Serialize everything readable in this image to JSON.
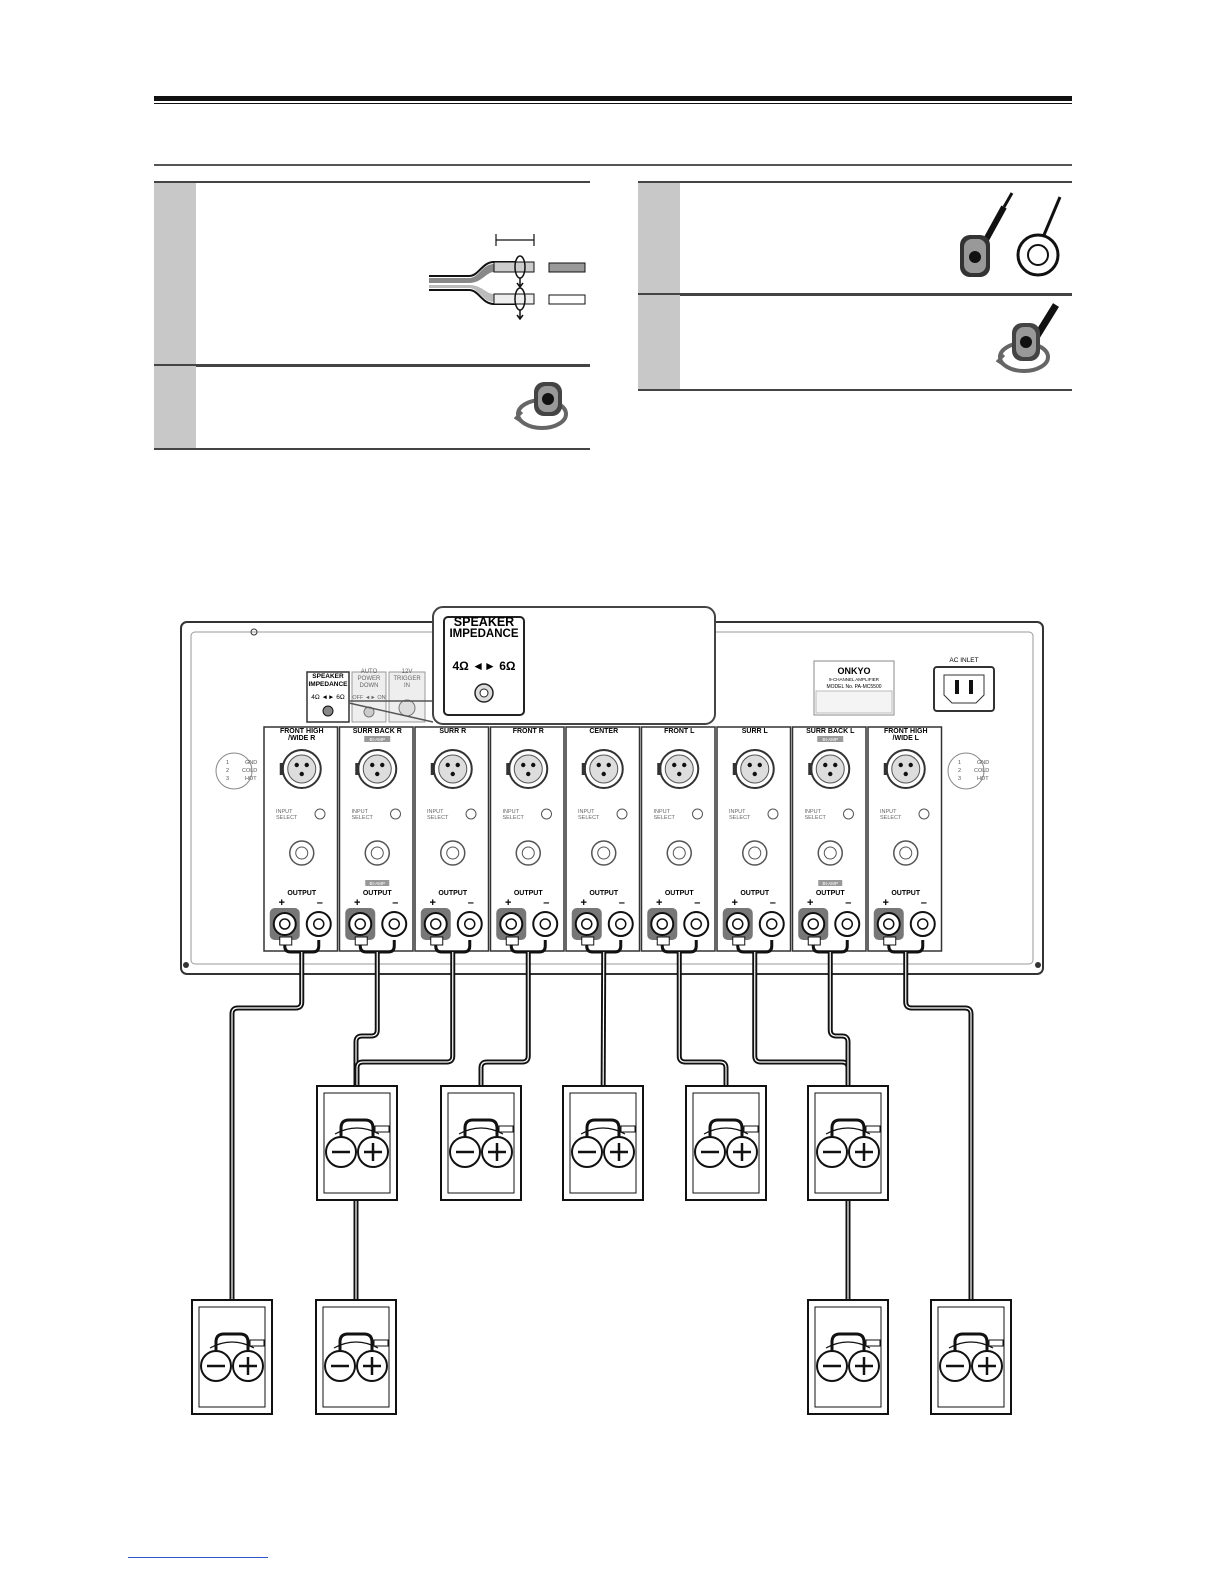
{
  "callout": {
    "title_line1": "SPEAKER",
    "title_line2": "IMPEDANCE",
    "setting": "4Ω ◄► 6Ω"
  },
  "panel": {
    "impedance_label_1": "SPEAKER",
    "impedance_label_2": "IMPEDANCE",
    "impedance_setting": "4Ω ◄► 6Ω",
    "auto_power_1": "AUTO",
    "auto_power_2": "POWER",
    "auto_power_3": "DOWN",
    "auto_power_switch": "OFF ◄► ON",
    "trigger_1": "12V",
    "trigger_2": "TRIGGER",
    "trigger_3": "IN",
    "brand": "ONKYO",
    "model_line1": "9-CHANNEL AMPLIFIER",
    "model_line2": "MODEL No. PA-MC5500",
    "ac_inlet": "AC INLET",
    "xlr_pin1": "1",
    "xlr_pin2": "2",
    "xlr_pin3": "3",
    "xlr_gnd": "GND",
    "xlr_cold": "COLD",
    "xlr_hot": "HOT"
  },
  "channels": [
    {
      "name_line1": "FRONT HIGH",
      "name_line2": "/WIDE R",
      "bi_amp": false
    },
    {
      "name_line1": "SURR BACK R",
      "name_line2": "",
      "bi_amp": true
    },
    {
      "name_line1": "SURR R",
      "name_line2": "",
      "bi_amp": false
    },
    {
      "name_line1": "FRONT R",
      "name_line2": "",
      "bi_amp": false
    },
    {
      "name_line1": "CENTER",
      "name_line2": "",
      "bi_amp": false
    },
    {
      "name_line1": "FRONT L",
      "name_line2": "",
      "bi_amp": false
    },
    {
      "name_line1": "SURR L",
      "name_line2": "",
      "bi_amp": false
    },
    {
      "name_line1": "SURR BACK L",
      "name_line2": "",
      "bi_amp": true
    },
    {
      "name_line1": "FRONT HIGH",
      "name_line2": "/WIDE L",
      "bi_amp": false
    }
  ],
  "channel_text": {
    "input_select_1": "INPUT",
    "input_select_2": "SELECT",
    "output": "OUTPUT",
    "plus": "+",
    "minus": "–",
    "bi_amp": "BI-AMP"
  },
  "speaker_signs": {
    "minus": "–",
    "plus": "+"
  }
}
